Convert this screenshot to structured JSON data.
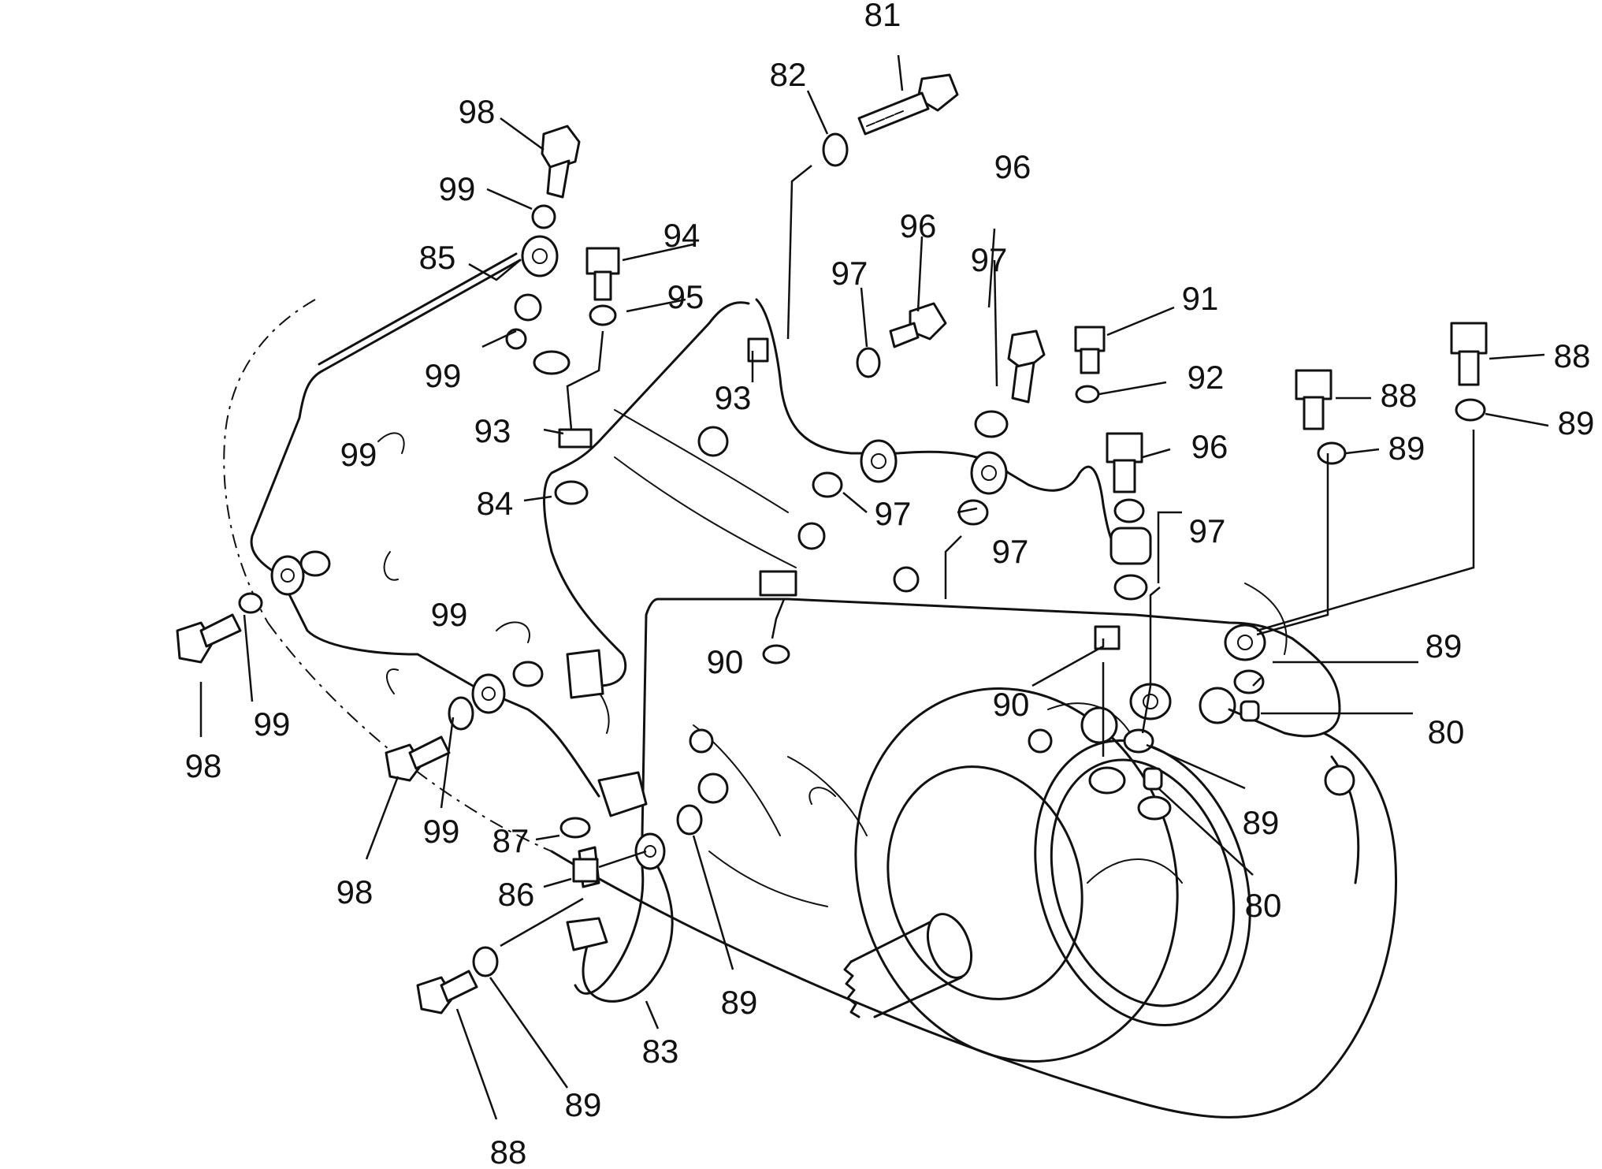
{
  "callouts": [
    {
      "id": "c81",
      "text": "81"
    },
    {
      "id": "c82",
      "text": "82"
    },
    {
      "id": "c98a",
      "text": "98"
    },
    {
      "id": "c99a",
      "text": "99"
    },
    {
      "id": "c85",
      "text": "85"
    },
    {
      "id": "c99b",
      "text": "99"
    },
    {
      "id": "c94",
      "text": "94"
    },
    {
      "id": "c95",
      "text": "95"
    },
    {
      "id": "c93a",
      "text": "93"
    },
    {
      "id": "c93b",
      "text": "93"
    },
    {
      "id": "c96a",
      "text": "96"
    },
    {
      "id": "c97a",
      "text": "97"
    },
    {
      "id": "c96b",
      "text": "96"
    },
    {
      "id": "c97b",
      "text": "97"
    },
    {
      "id": "c91",
      "text": "91"
    },
    {
      "id": "c92",
      "text": "92"
    },
    {
      "id": "c96c",
      "text": "96"
    },
    {
      "id": "c88a",
      "text": "88"
    },
    {
      "id": "c88b",
      "text": "88"
    },
    {
      "id": "c89a",
      "text": "89"
    },
    {
      "id": "c89b",
      "text": "89"
    },
    {
      "id": "c84",
      "text": "84"
    },
    {
      "id": "c97c",
      "text": "97"
    },
    {
      "id": "c97d",
      "text": "97"
    },
    {
      "id": "c97e",
      "text": "97"
    },
    {
      "id": "c99c",
      "text": "99"
    },
    {
      "id": "c99d",
      "text": "99"
    },
    {
      "id": "c98b",
      "text": "98"
    },
    {
      "id": "c99e",
      "text": "99"
    },
    {
      "id": "c90a",
      "text": "90"
    },
    {
      "id": "c90b",
      "text": "90"
    },
    {
      "id": "c89c",
      "text": "89"
    },
    {
      "id": "c80a",
      "text": "80"
    },
    {
      "id": "c89d",
      "text": "89"
    },
    {
      "id": "c80b",
      "text": "80"
    },
    {
      "id": "c98c",
      "text": "98"
    },
    {
      "id": "c99f",
      "text": "99"
    },
    {
      "id": "c87",
      "text": "87"
    },
    {
      "id": "c86",
      "text": "86"
    },
    {
      "id": "c89e",
      "text": "89"
    },
    {
      "id": "c83",
      "text": "83"
    },
    {
      "id": "c89f",
      "text": "89"
    },
    {
      "id": "c88c",
      "text": "88"
    }
  ]
}
